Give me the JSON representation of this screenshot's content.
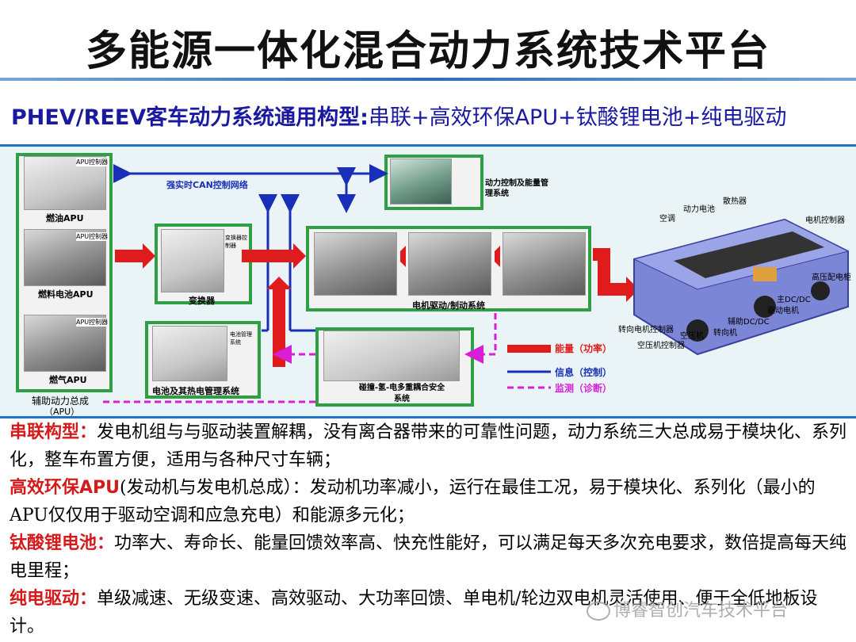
{
  "title": "多能源一体化混合动力系统技术平台",
  "subtitle": {
    "bold": "PHEV/REEV客车动力系统通用构型:",
    "rest": "串联+高效环保APU+钛酸锂电池+纯电驱动"
  },
  "diagram": {
    "apu_photos": [
      {
        "tag": "APU控制器",
        "label": "燃油APU"
      },
      {
        "tag": "APU控制器",
        "label": "燃料电池APU"
      },
      {
        "tag": "APU控制器",
        "label": "燃气APU"
      }
    ],
    "apu_group_label": "辅助动力总成",
    "apu_group_abbr": "（APU）",
    "can_label": "强实时CAN控制网络",
    "converter_label": "变换器",
    "converter_tag": "变换器控制器",
    "top_controller_label": "动力控制及能量管理系统",
    "motor_system_label": "电机驱动/制动系统",
    "battery_label": "电池及其热电管理系统",
    "battery_tag": "电池管理系统",
    "safety_label": "碰撞-氢-电多重耦合安全系统",
    "bus_labels": [
      "空调",
      "动力电池",
      "散热器",
      "电机控制器",
      "高压配电柜",
      "主DC/DC",
      "驱动电机",
      "辅助DC/DC",
      "转向机",
      "空压机",
      "转向电机控制器",
      "空压机控制器"
    ],
    "legend": [
      {
        "label": "能量（功率）",
        "color": "#e01b1b",
        "style": "thick"
      },
      {
        "label": "信息（控制）",
        "color": "#1a2fb8",
        "style": "solid"
      },
      {
        "label": "监测（诊断）",
        "color": "#d61fd6",
        "style": "dashed"
      }
    ]
  },
  "descriptions": [
    {
      "head": "串联构型",
      "sep": "：",
      "text": "发电机组与与驱动装置解耦，没有离合器带来的可靠性问题，动力系统三大总成易于模块化、系列化，整车布置方便，适用与各种尺寸车辆；"
    },
    {
      "head": "高效环保APU",
      "paren": "(发动机与发电机总成）",
      "sep": "：",
      "text": "发动机功率减小，运行在最佳工况，易于模块化、系列化（最小的APU仅仅用于驱动空调和应急充电）和能源多元化；"
    },
    {
      "head": "钛酸锂电池",
      "sep": "：",
      "text": "功率大、寿命长、能量回馈效率高、快充性能好，可以满足每天多次充电要求，数倍提高每天纯电里程；"
    },
    {
      "head": "纯电驱动",
      "sep": "：",
      "text": "单级减速、无级变速、高效驱动、大功率回馈、单电机/轮边双电机灵活使用、便于全低地板设计。"
    }
  ],
  "watermark": "博睿智创汽车技术平台",
  "colors": {
    "title_rule": "#2f6fb5",
    "subtitle": "#1a1aa0",
    "head_red": "#d41a1a",
    "box_green": "#2ea043",
    "diagram_bg": "#eaf4f6"
  }
}
